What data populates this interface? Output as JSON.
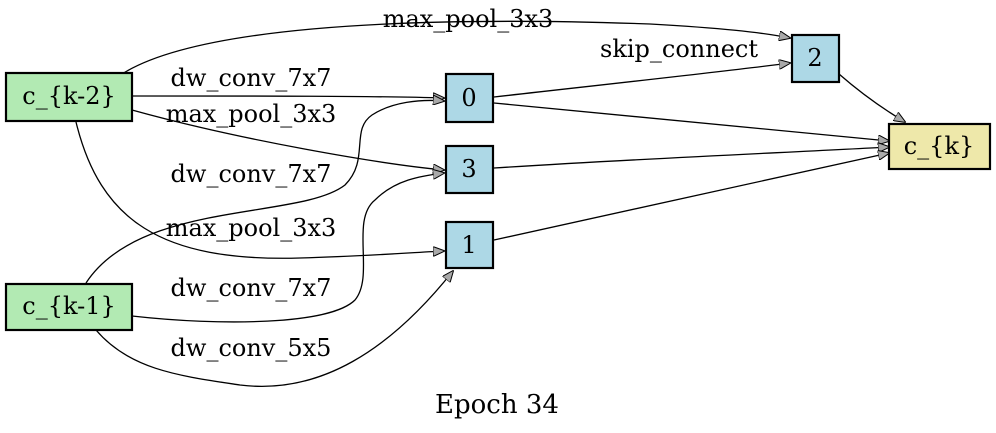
{
  "caption": "Epoch 34",
  "colors": {
    "input": "#b2eab3",
    "intermediate": "#add8e6",
    "output": "#eee8aa",
    "arrow_fill": "#a9a9a9",
    "stroke": "#000000"
  },
  "nodes": {
    "ck2": "c_{k-2}",
    "ck1": "c_{k-1}",
    "n0": "0",
    "n1": "1",
    "n2": "2",
    "n3": "3",
    "ck": "c_{k}"
  },
  "edges": {
    "ck2_to_2": "max_pool_3x3",
    "ck2_to_0": "dw_conv_7x7",
    "ck2_to_3": "max_pool_3x3",
    "ck2_to_1": "max_pool_3x3",
    "ck1_to_0": "dw_conv_7x7",
    "ck1_to_3": "dw_conv_7x7",
    "ck1_to_1": "dw_conv_5x5",
    "n0_to_2": "skip_connect"
  }
}
